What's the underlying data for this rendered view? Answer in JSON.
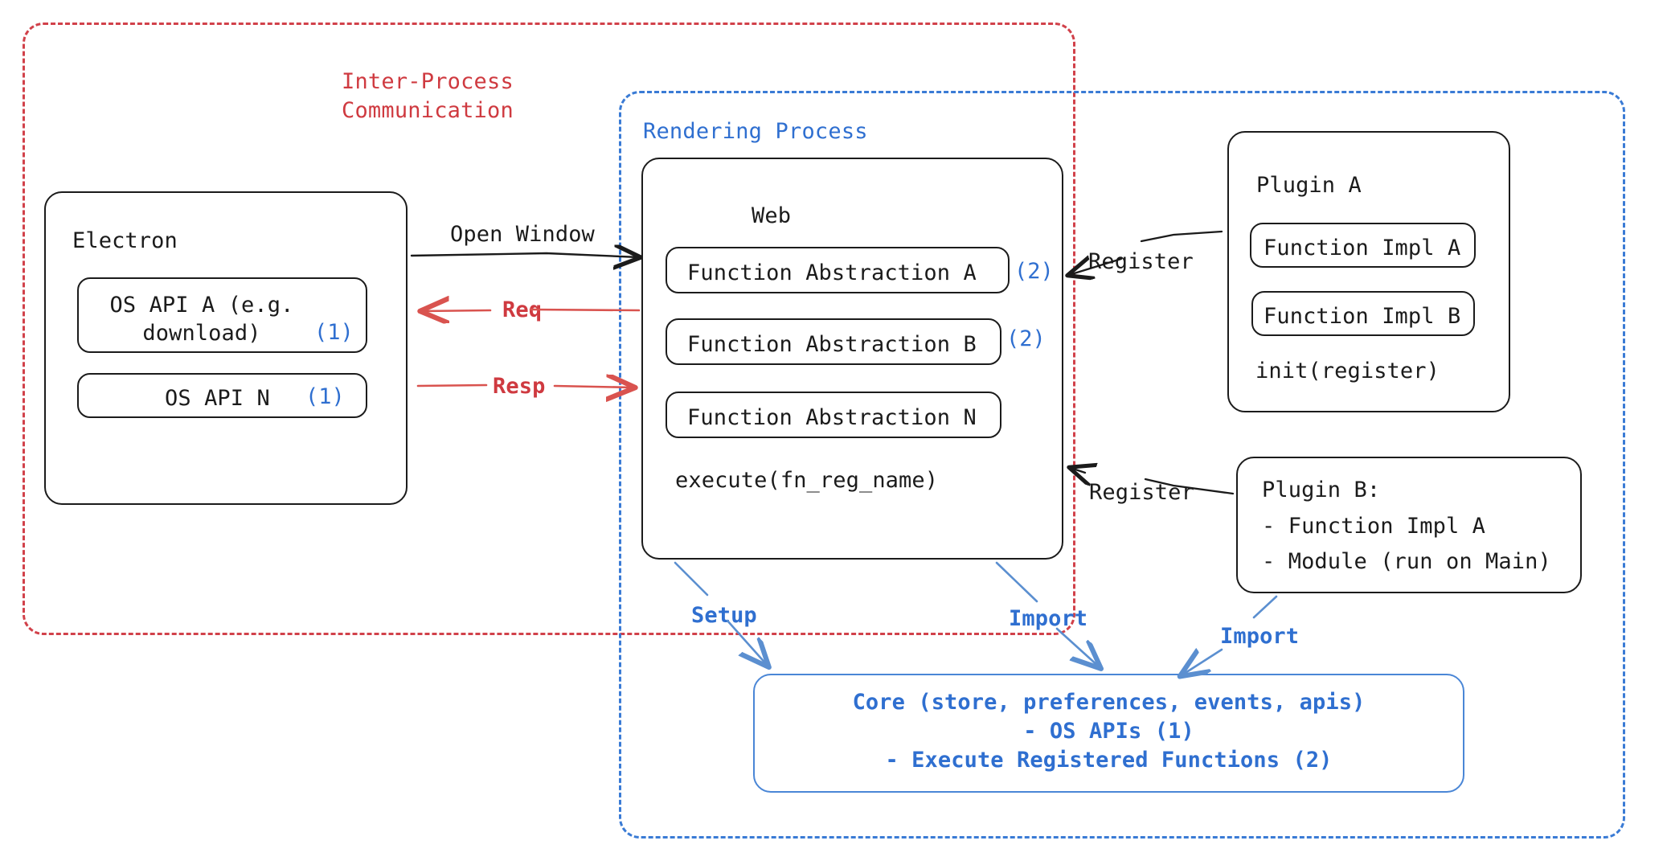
{
  "diagram": {
    "title_implicit": "Electron plugin architecture",
    "groups": [
      {
        "id": "ipc",
        "label": "Inter-Process\nCommunication",
        "color": "#cf3a40",
        "style": "dashed"
      },
      {
        "id": "render",
        "label": "Rendering Process",
        "color": "#2f6fd0",
        "style": "dashed"
      }
    ],
    "electron": {
      "title": "Electron",
      "apis": [
        {
          "label": "OS API A (e.g.\ndownload)",
          "marker": "(1)"
        },
        {
          "label": "OS API N",
          "marker": "(1)"
        }
      ]
    },
    "web": {
      "title": "Web",
      "abstractions": [
        {
          "label": "Function Abstraction A",
          "marker": "(2)"
        },
        {
          "label": "Function Abstraction B",
          "marker": "(2)"
        },
        {
          "label": "Function Abstraction N",
          "marker": ""
        }
      ],
      "footer": "execute(fn_reg_name)"
    },
    "plugin_a": {
      "title": "Plugin A",
      "items": [
        "Function Impl A",
        "Function Impl B"
      ],
      "footer": "init(register)"
    },
    "plugin_b": {
      "lines": [
        "Plugin B:",
        "- Function Impl A",
        "- Module (run on Main)"
      ]
    },
    "core": {
      "lines": [
        "Core (store, preferences, events, apis)",
        "- OS APIs (1)",
        "- Execute Registered Functions (2)"
      ]
    },
    "edges": [
      {
        "id": "open-window",
        "label": "Open Window",
        "color": "#1b1b1b",
        "from": "electron",
        "to": "web"
      },
      {
        "id": "req",
        "label": "Req",
        "color": "#cf3a40",
        "from": "web",
        "to": "electron"
      },
      {
        "id": "resp",
        "label": "Resp",
        "color": "#cf3a40",
        "from": "electron",
        "to": "web"
      },
      {
        "id": "register-a",
        "label": "Register",
        "color": "#1b1b1b",
        "from": "plugin-a",
        "to": "web"
      },
      {
        "id": "register-b",
        "label": "Register",
        "color": "#1b1b1b",
        "from": "plugin-b",
        "to": "web"
      },
      {
        "id": "setup",
        "label": "Setup",
        "color": "#2f6fd0",
        "from": "web",
        "to": "core"
      },
      {
        "id": "import-web",
        "label": "Import",
        "color": "#2f6fd0",
        "from": "web",
        "to": "core"
      },
      {
        "id": "import-plugin-b",
        "label": "Import",
        "color": "#2f6fd0",
        "from": "plugin-b",
        "to": "core"
      }
    ],
    "colors": {
      "ipc_red": "#cf3a40",
      "render_blue": "#2f6fd0",
      "core_blue": "#4a86d6",
      "ink": "#1b1b1b"
    }
  }
}
